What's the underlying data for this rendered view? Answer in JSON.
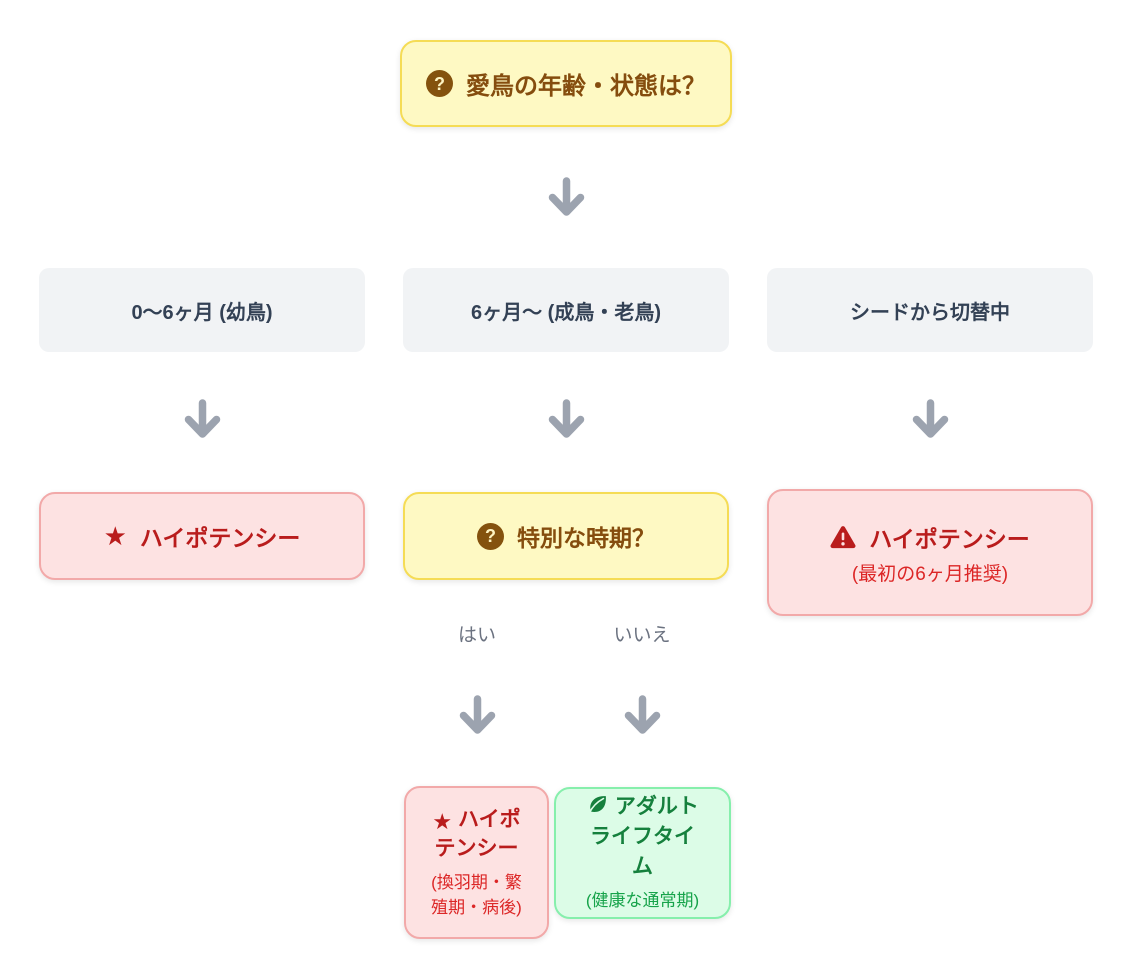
{
  "flowchart": {
    "root_question": {
      "label": "愛鳥の年齢・状態は？"
    },
    "conditions": [
      {
        "label": "0〜6ヶ月 (幼鳥)"
      },
      {
        "label": "6ヶ月〜 (成鳥・老鳥)"
      },
      {
        "label": "シードから切替中"
      }
    ],
    "chick_result": {
      "label": "ハイポテンシー"
    },
    "special_period_question": {
      "label": "特別な時期？"
    },
    "switching_result": {
      "label": "ハイポテンシー",
      "note": "(最初の6ヶ月推奨)"
    },
    "choices": {
      "yes": "はい",
      "no": "いいえ"
    },
    "special_yes_result": {
      "label": "ハイポテンシー",
      "note": "(換羽期・繁殖期・病後)"
    },
    "special_no_result": {
      "label": "アダルトライフタイム",
      "note": "(健康な通常期)"
    }
  },
  "glyphs": {
    "question_mark": "?",
    "star": "★"
  },
  "colors": {
    "question_bg": "#FEF9C3",
    "question_border": "#F5DC55",
    "question_text": "#854D0E",
    "condition_bg": "#F1F3F5",
    "condition_text": "#334155",
    "danger_bg": "#FDE2E2",
    "danger_border": "#F2A9A9",
    "danger_text": "#B91C1C",
    "danger_note": "#DC2626",
    "success_bg": "#DCFCE7",
    "success_border": "#86EFAC",
    "success_text": "#15803D",
    "success_note": "#16A34A",
    "arrow": "#9CA3AF",
    "choice_text": "#6B7280"
  }
}
